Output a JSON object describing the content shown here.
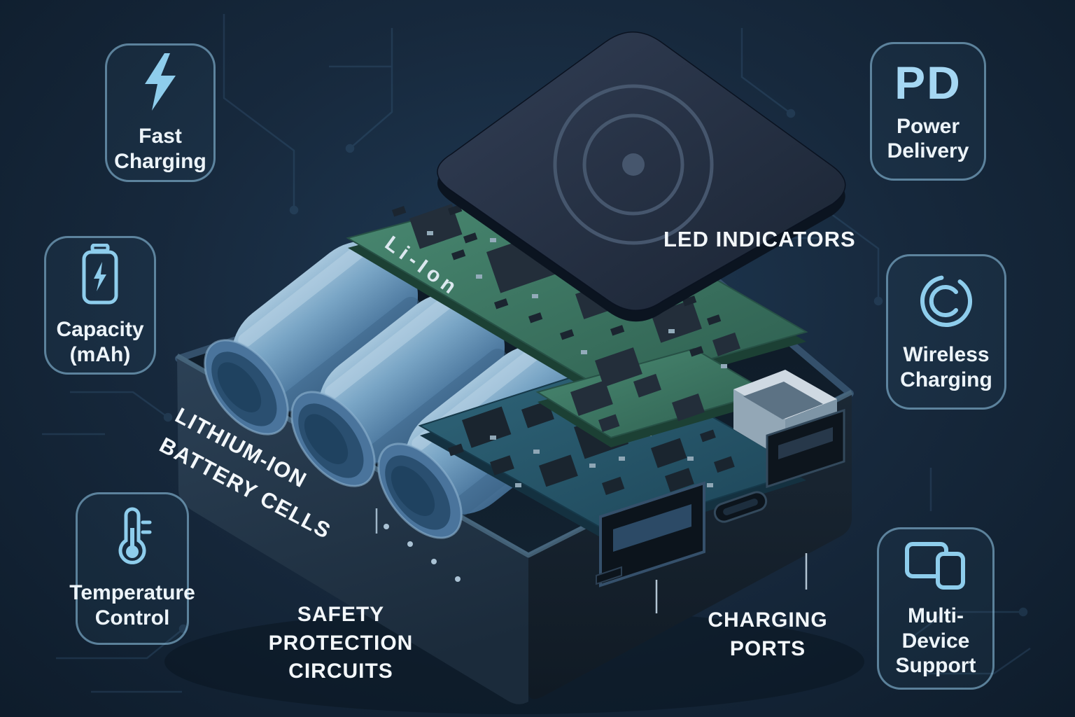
{
  "features": {
    "fast_charging": {
      "lines": [
        "Fast",
        "Charging"
      ]
    },
    "capacity": {
      "lines": [
        "Capacity",
        "(mAh)"
      ]
    },
    "temperature": {
      "lines": [
        "Temperature",
        "Control"
      ]
    },
    "power_delivery": {
      "abbr": "PD",
      "lines": [
        "Power",
        "Delivery"
      ]
    },
    "wireless": {
      "lines": [
        "Wireless",
        "Charging"
      ]
    },
    "multi_device": {
      "lines": [
        "Multi-",
        "Device",
        "Support"
      ]
    }
  },
  "callouts": {
    "led": "LED INDICATORS",
    "cells": [
      "LITHIUM-ION",
      "BATTERY CELLS"
    ],
    "safety": [
      "SAFETY",
      "PROTECTION",
      "CIRCUITS"
    ],
    "ports": [
      "CHARGING",
      "PORTS"
    ]
  },
  "board_text": "Li-Ion",
  "colors": {
    "background": "#17293d",
    "accent_icon": "#8ecdec",
    "text": "#f3f7fa",
    "pcb_green": "#3c7a68",
    "pcb_teal": "#2a5b6e",
    "cell_blue": "#6f9cbe"
  }
}
